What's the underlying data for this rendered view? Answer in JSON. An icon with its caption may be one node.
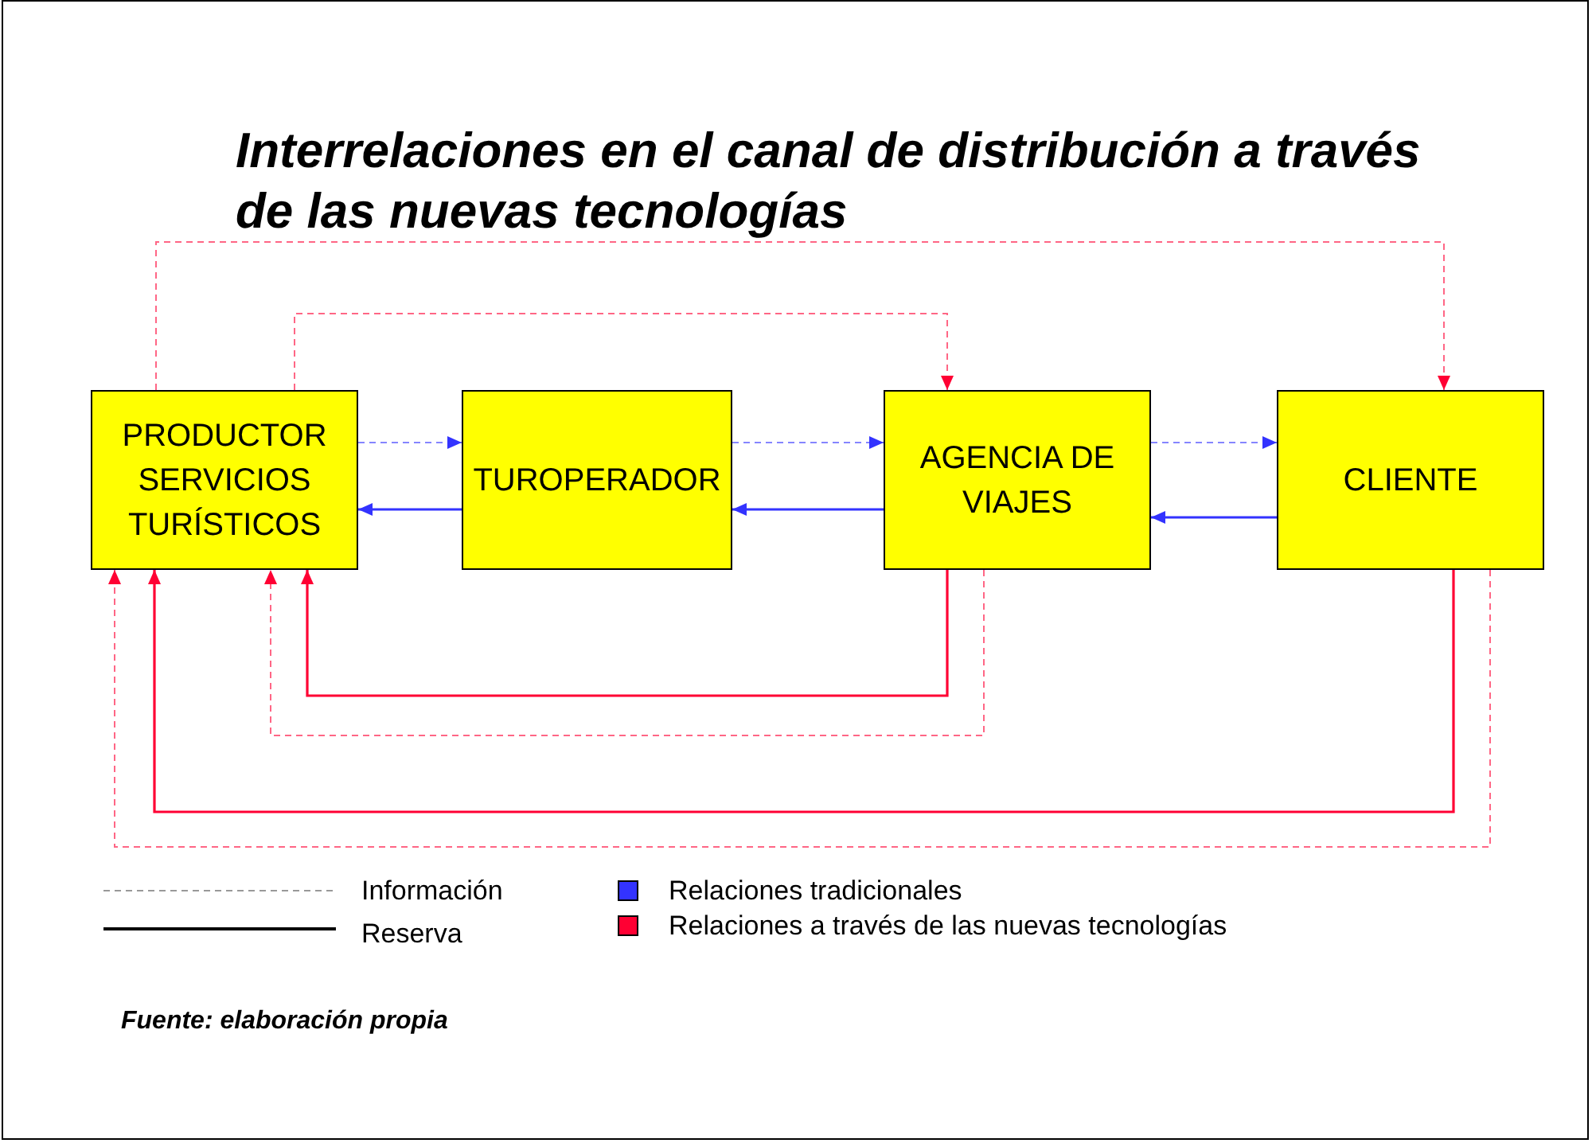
{
  "diagram": {
    "title": "Interrelaciones en el canal de distribución a través de las nuevas tecnologías",
    "caption": "Fuente: elaboración propia",
    "nodes": [
      {
        "text": [
          "PRODUCTOR SERVICIOS TURÍSTICOS"
        ]
      },
      {
        "text": [
          "TUROPERADOR"
        ]
      },
      {
        "text": [
          "AGENCIA DE VIAJES"
        ]
      },
      {
        "text": [
          "CLIENTE"
        ]
      }
    ],
    "edges": [
      {
        "from": 0,
        "to": 1,
        "arrow": "to",
        "style": "dashed"
      },
      {
        "from": 1,
        "to": 2,
        "arrow": "to",
        "style": "dashed"
      },
      {
        "from": 2,
        "to": 3,
        "arrow": "to",
        "style": "dashed"
      },
      {
        "from": 1,
        "to": 0,
        "arrow": "to"
      },
      {
        "from": 2,
        "to": 1,
        "arrow": "to"
      },
      {
        "from": 3,
        "to": 2,
        "arrow": "to"
      },
      {
        "from": 0,
        "to": 3,
        "arrow": "to",
        "style": "dashed",
        "color": "#ff0033"
      },
      {
        "from": 0,
        "to": 2,
        "arrow": "to",
        "style": "dashed",
        "color": "#ff0033"
      },
      {
        "from": 2,
        "to": 0,
        "arrow": "to",
        "color": "#ff0033"
      },
      {
        "from": 2,
        "to": 0,
        "arrow": "to",
        "style": "dashed",
        "color": "#ff0033"
      },
      {
        "from": 3,
        "to": 0,
        "arrow": "to",
        "color": "#ff0033"
      },
      {
        "from": 3,
        "to": 0,
        "arrow": "to",
        "style": "dashed",
        "color": "#ff0033"
      }
    ],
    "legend": [
      {
        "text": "Información"
      },
      {
        "text": "Reserva"
      },
      {
        "text": "Relaciones tradicionales",
        "color": "#3333ff"
      },
      {
        "text": "Relaciones a través de las nuevas tecnologías",
        "color": "#ff0033"
      }
    ]
  }
}
